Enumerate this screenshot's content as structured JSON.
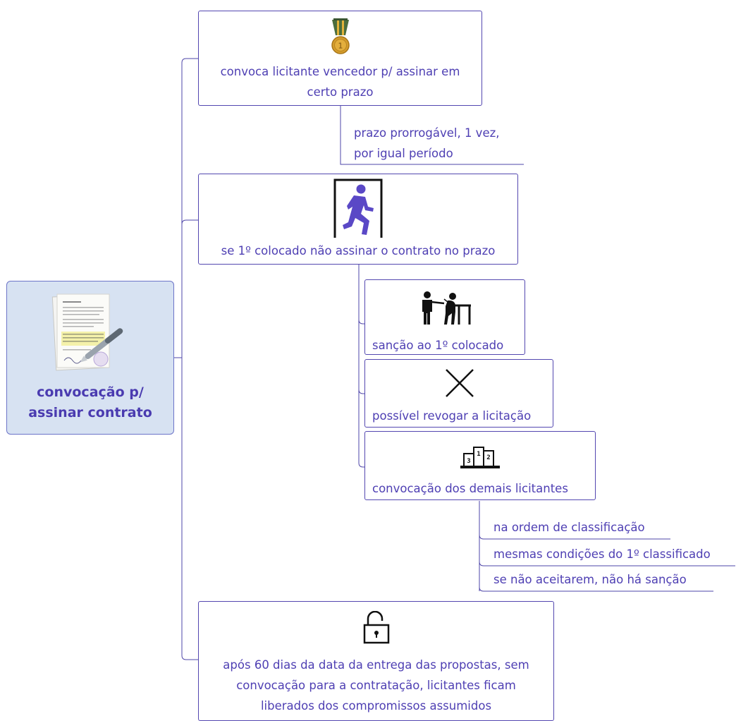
{
  "root": {
    "label_line1": "convocação p/",
    "label_line2": "assinar contrato",
    "icon": "signed-contract-icon"
  },
  "node_medal": {
    "icon": "gold-medal-icon",
    "line1": "convoca licitante vencedor p/ assinar em",
    "line2": "certo prazo",
    "children": [
      {
        "line1": "prazo prorrogável, 1 vez,",
        "line2": "por igual período"
      }
    ]
  },
  "node_exit": {
    "icon": "running-exit-icon",
    "line1": "se 1º colocado não assinar o contrato no prazo",
    "children": [
      {
        "icon": "punishment-icon",
        "label": "sanção ao 1º colocado"
      },
      {
        "icon": "x-mark-icon",
        "label": "possível revogar a licitação"
      },
      {
        "icon": "podium-icon",
        "label": "convocação dos demais licitantes",
        "children": [
          "na ordem de classificação",
          "mesmas condições do 1º classificado",
          "se não aceitarem, não há sanção"
        ]
      }
    ]
  },
  "node_unlock": {
    "icon": "unlocked-padlock-icon",
    "line1": "após 60 dias da data da entrega das propostas, sem",
    "line2": "convocação para a contratação, licitantes ficam",
    "line3": "liberados dos compromissos assumidos"
  },
  "colors": {
    "text": "#4e3fb3",
    "border": "#5347b0",
    "root_fill": "#d7e2f2",
    "medal_gold": "#d59d2b",
    "ribbon_green": "#4b6d3c",
    "runner_purple": "#5a48c6"
  }
}
